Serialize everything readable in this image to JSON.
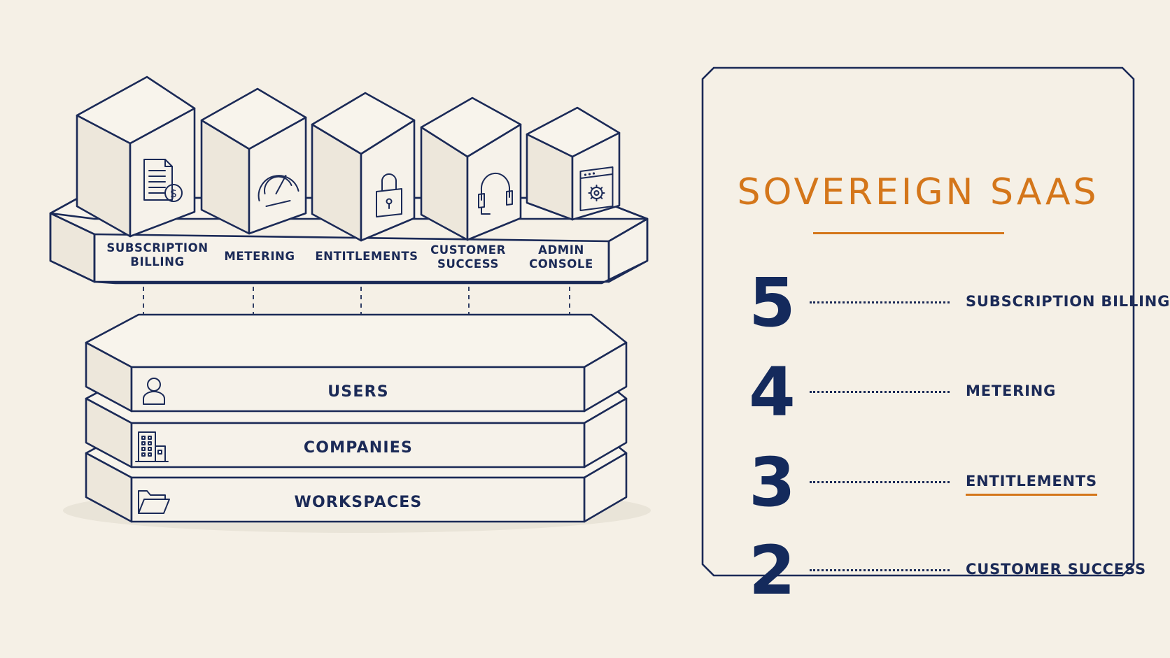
{
  "modules": [
    {
      "label_lines": [
        "SUBSCRIPTION",
        "BILLING"
      ],
      "icon": "invoice-dollar-icon"
    },
    {
      "label_lines": [
        "METERING"
      ],
      "icon": "gauge-icon"
    },
    {
      "label_lines": [
        "ENTITLEMENTS"
      ],
      "icon": "padlock-icon"
    },
    {
      "label_lines": [
        "CUSTOMER",
        "SUCCESS"
      ],
      "icon": "headset-icon"
    },
    {
      "label_lines": [
        "ADMIN",
        "CONSOLE"
      ],
      "icon": "browser-gear-icon"
    }
  ],
  "layers": [
    {
      "label": "USERS",
      "icon": "user-icon"
    },
    {
      "label": "COMPANIES",
      "icon": "building-icon"
    },
    {
      "label": "WORKSPACES",
      "icon": "folder-icon"
    }
  ],
  "panel": {
    "title": "SOVEREIGN SAAS",
    "ranking": [
      {
        "number": "5",
        "label": "SUBSCRIPTION BILLING"
      },
      {
        "number": "4",
        "label": "METERING"
      },
      {
        "number": "3",
        "label": "ENTITLEMENTS",
        "highlight": true
      },
      {
        "number": "2",
        "label": "CUSTOMER SUCCESS"
      }
    ]
  },
  "colors": {
    "ink": "#1b2a57",
    "accent": "#d4761a",
    "background": "#f5f0e6"
  }
}
